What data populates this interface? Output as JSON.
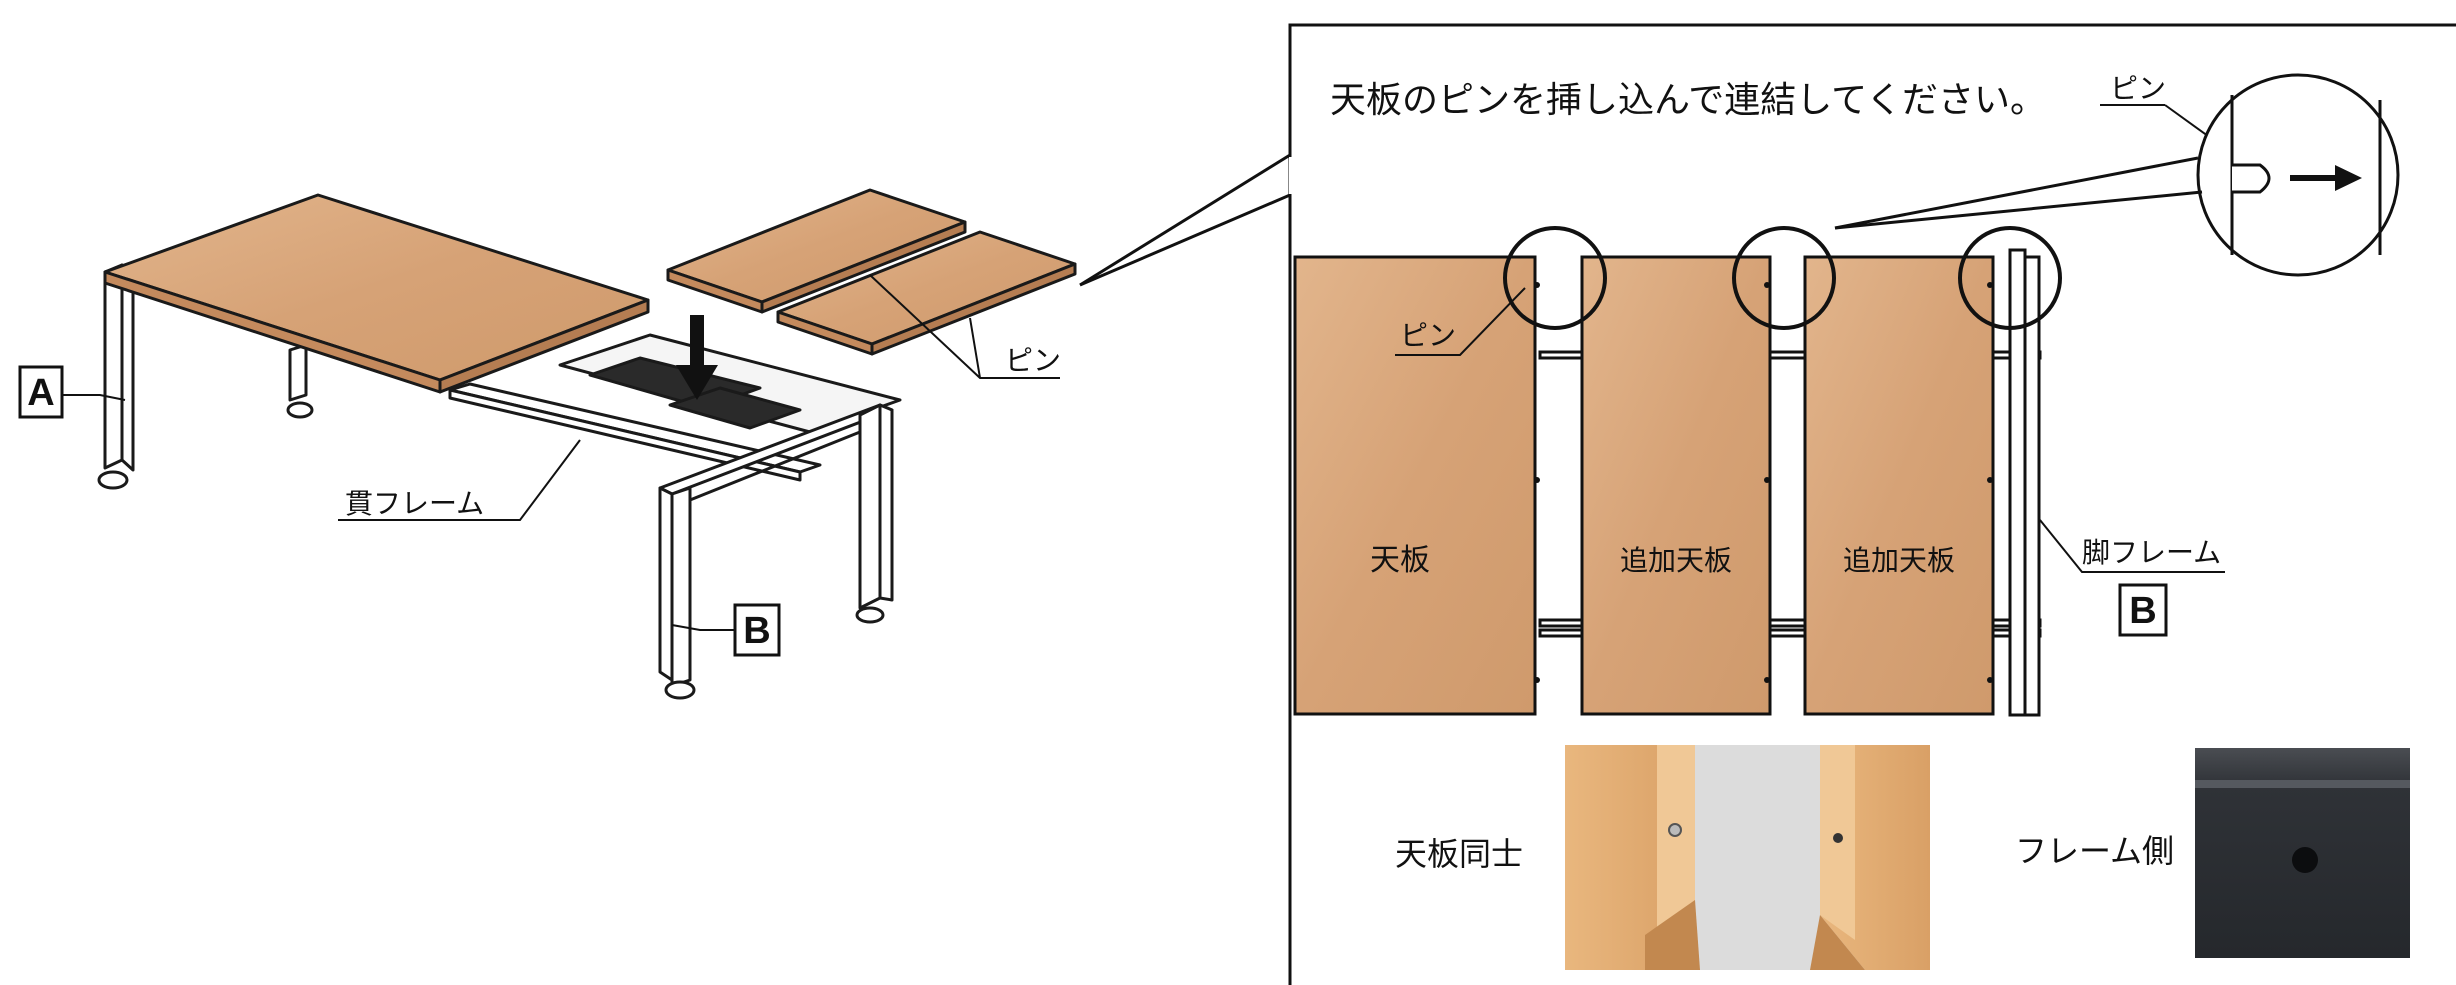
{
  "left_diagram": {
    "label_a": "A",
    "label_b": "B",
    "frame_label": "貫フレーム",
    "pin_label": "ピン"
  },
  "detail_panel": {
    "instruction": "天板のピンを挿し込んで連結してください。",
    "pin_callout_label": "ピン",
    "pin_label": "ピン",
    "panels": [
      "天板",
      "追加天板",
      "追加天板"
    ],
    "leg_frame_label": "脚フレーム",
    "label_b": "B"
  },
  "photos": {
    "top_to_top_label": "天板同士",
    "frame_side_label": "フレーム側"
  },
  "colors": {
    "wood": "#d9a77c",
    "wood_dark": "#c78f62",
    "outline": "#1a1a1a",
    "photo_bg": "#dcdcdc",
    "photo_dark": "#2b2e33"
  }
}
